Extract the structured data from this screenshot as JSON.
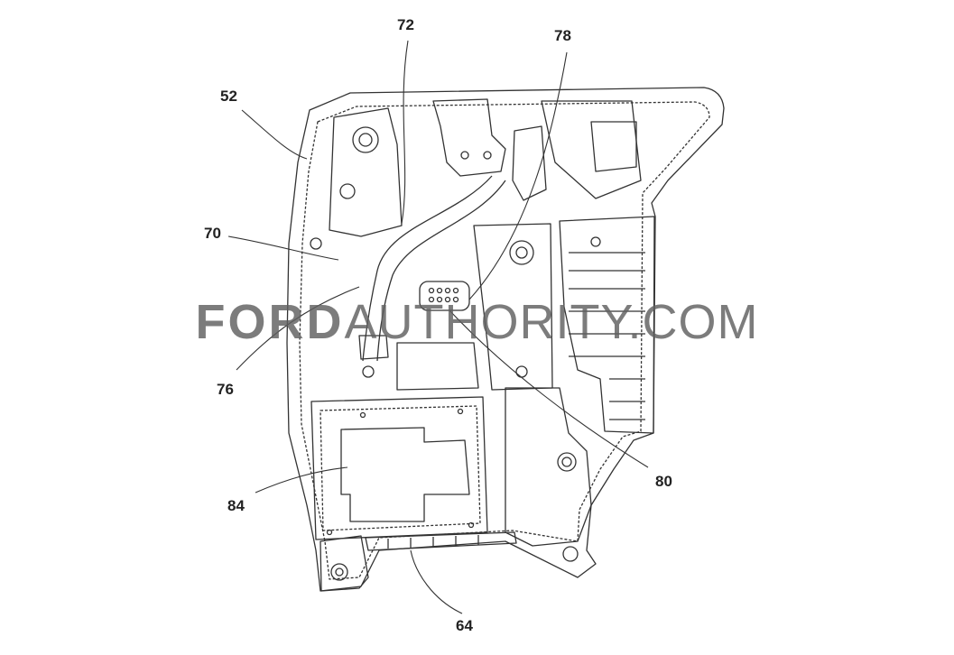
{
  "reference_labels": {
    "r52": "52",
    "r72": "72",
    "r78": "78",
    "r70": "70",
    "r76": "76",
    "r80": "80",
    "r84": "84",
    "r64": "64"
  },
  "watermark": {
    "part1": "FORD",
    "part2": "AUTHORITY",
    "part3": ".COM"
  }
}
